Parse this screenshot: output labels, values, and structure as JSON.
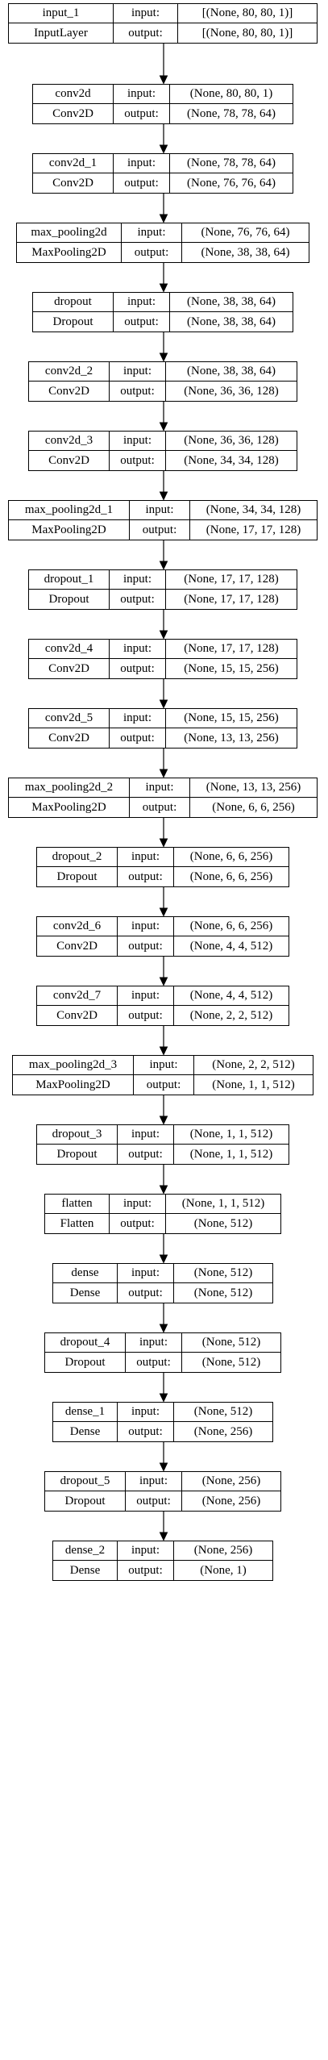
{
  "labels": {
    "input": "input:",
    "output": "output:"
  },
  "layers": [
    {
      "name": "input_1",
      "type": "InputLayer",
      "input": "[(None, 80, 80, 1)]",
      "output": "[(None, 80, 80, 1)]"
    },
    {
      "name": "conv2d",
      "type": "Conv2D",
      "input": "(None, 80, 80, 1)",
      "output": "(None, 78, 78, 64)"
    },
    {
      "name": "conv2d_1",
      "type": "Conv2D",
      "input": "(None, 78, 78, 64)",
      "output": "(None, 76, 76, 64)"
    },
    {
      "name": "max_pooling2d",
      "type": "MaxPooling2D",
      "input": "(None, 76, 76, 64)",
      "output": "(None, 38, 38, 64)"
    },
    {
      "name": "dropout",
      "type": "Dropout",
      "input": "(None, 38, 38, 64)",
      "output": "(None, 38, 38, 64)"
    },
    {
      "name": "conv2d_2",
      "type": "Conv2D",
      "input": "(None, 38, 38, 64)",
      "output": "(None, 36, 36, 128)"
    },
    {
      "name": "conv2d_3",
      "type": "Conv2D",
      "input": "(None, 36, 36, 128)",
      "output": "(None, 34, 34, 128)"
    },
    {
      "name": "max_pooling2d_1",
      "type": "MaxPooling2D",
      "input": "(None, 34, 34, 128)",
      "output": "(None, 17, 17, 128)"
    },
    {
      "name": "dropout_1",
      "type": "Dropout",
      "input": "(None, 17, 17, 128)",
      "output": "(None, 17, 17, 128)"
    },
    {
      "name": "conv2d_4",
      "type": "Conv2D",
      "input": "(None, 17, 17, 128)",
      "output": "(None, 15, 15, 256)"
    },
    {
      "name": "conv2d_5",
      "type": "Conv2D",
      "input": "(None, 15, 15, 256)",
      "output": "(None, 13, 13, 256)"
    },
    {
      "name": "max_pooling2d_2",
      "type": "MaxPooling2D",
      "input": "(None, 13, 13, 256)",
      "output": "(None, 6, 6, 256)"
    },
    {
      "name": "dropout_2",
      "type": "Dropout",
      "input": "(None, 6, 6, 256)",
      "output": "(None, 6, 6, 256)"
    },
    {
      "name": "conv2d_6",
      "type": "Conv2D",
      "input": "(None, 6, 6, 256)",
      "output": "(None, 4, 4, 512)"
    },
    {
      "name": "conv2d_7",
      "type": "Conv2D",
      "input": "(None, 4, 4, 512)",
      "output": "(None, 2, 2, 512)"
    },
    {
      "name": "max_pooling2d_3",
      "type": "MaxPooling2D",
      "input": "(None, 2, 2, 512)",
      "output": "(None, 1, 1, 512)"
    },
    {
      "name": "dropout_3",
      "type": "Dropout",
      "input": "(None, 1, 1, 512)",
      "output": "(None, 1, 1, 512)"
    },
    {
      "name": "flatten",
      "type": "Flatten",
      "input": "(None, 1, 1, 512)",
      "output": "(None, 512)"
    },
    {
      "name": "dense",
      "type": "Dense",
      "input": "(None, 512)",
      "output": "(None, 512)"
    },
    {
      "name": "dropout_4",
      "type": "Dropout",
      "input": "(None, 512)",
      "output": "(None, 512)"
    },
    {
      "name": "dense_1",
      "type": "Dense",
      "input": "(None, 512)",
      "output": "(None, 256)"
    },
    {
      "name": "dropout_5",
      "type": "Dropout",
      "input": "(None, 256)",
      "output": "(None, 256)"
    },
    {
      "name": "dense_2",
      "type": "Dense",
      "input": "(None, 256)",
      "output": "(None, 1)"
    }
  ]
}
